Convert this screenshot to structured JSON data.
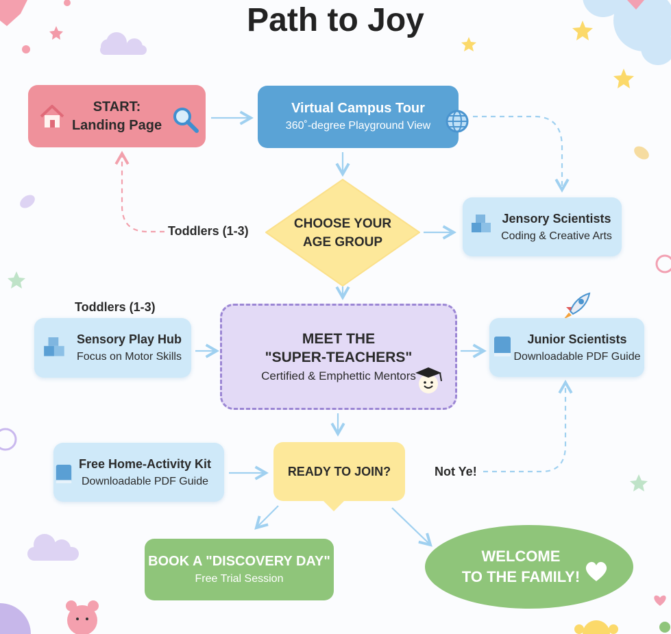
{
  "title": "Path to Joy",
  "nodes": {
    "start": {
      "line1": "START:",
      "line2": "Landing Page"
    },
    "virtual_tour": {
      "line1": "Virtual Campus Tour",
      "line2": "360˚-degree Playground View"
    },
    "age_group": {
      "line1": "CHOOSE YOUR",
      "line2": "AGE GROUP"
    },
    "jensory": {
      "line1": "Jensory Scientists",
      "line2": "Coding & Creative Arts"
    },
    "sensory": {
      "line1": "Sensory Play Hub",
      "line2": "Focus on Motor Skills"
    },
    "teachers": {
      "line1": "MEET THE",
      "line2": "\"SUPER-TEACHERS\"",
      "line3": "Certified & Emphettic Mentors"
    },
    "junior": {
      "line1": "Junior Scientists",
      "line2": "Downloadable PDF Guide"
    },
    "kit": {
      "line1": "Free Home-Activity Kit",
      "line2": "Downloadable PDF Guide"
    },
    "ready": {
      "line1": "READY TO JOIN?"
    },
    "book": {
      "line1": "BOOK A \"DISCOVERY DAY\"",
      "line2": "Free Trial Session"
    },
    "welcome": {
      "line1": "WELCOME",
      "line2": "TO THE FAMILY!"
    }
  },
  "labels": {
    "toddlers_a": "Toddlers (1-3)",
    "toddlers_b": "Toddlers (1-3)",
    "not_yet": "Not Ye!"
  },
  "colors": {
    "pink": "#ef919b",
    "blue": "#5aa3d6",
    "yellow": "#fde89a",
    "light_blue": "#cfe9f9",
    "lavender": "#e3daf6",
    "green": "#8fc57a",
    "arrow": "#9fd0f0"
  }
}
